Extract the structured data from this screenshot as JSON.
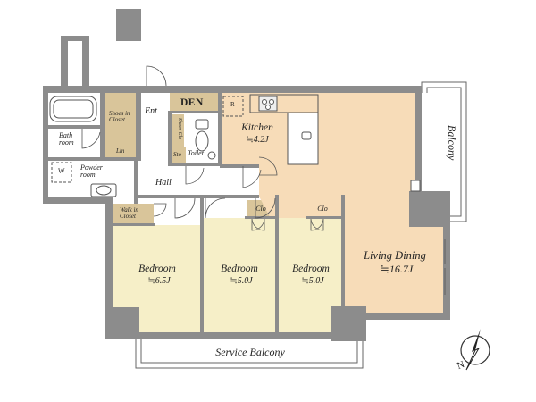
{
  "rooms": {
    "bath_room": "Bath\nroom",
    "washer": "W",
    "powder_room": "Powder\nroom",
    "shoes_in_closet": "Shoes in\nCloset",
    "lin": "Lin",
    "ent": "Ent",
    "den": "DEN",
    "refrigerator": "R",
    "shoes_clo": "Shoes Clo",
    "sto": "Sto",
    "toilet": "Toilet",
    "kitchen": "Kitchen",
    "kitchen_size": "≒4.2J",
    "hall": "Hall",
    "walk_in_closet": "Walk in\nCloset",
    "clo_2": "Clo",
    "clo_3": "Clo",
    "bedroom_1": "Bedroom",
    "bedroom_1_size": "≒6.5J",
    "bedroom_2": "Bedroom",
    "bedroom_2_size": "≒5.0J",
    "bedroom_3": "Bedroom",
    "bedroom_3_size": "≒5.0J",
    "living_dining": "Living Dining",
    "living_dining_size": "≒16.7J",
    "balcony": "Balcony",
    "service_balcony": "Service Balcony",
    "compass_north": "N"
  },
  "colors": {
    "wall": "#8c8c8c",
    "den_floor": "#d9c59a",
    "living_floor": "#f7dcb8",
    "bedroom_floor": "#f6efc8",
    "wet_area": "#ffffff",
    "outline": "#555555"
  }
}
